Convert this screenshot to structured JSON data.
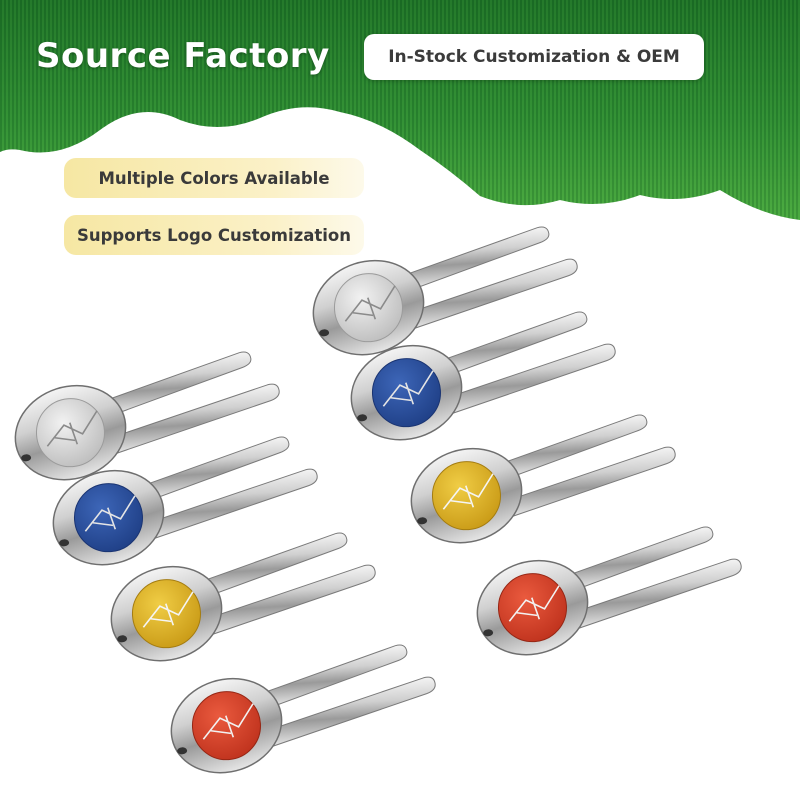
{
  "headline": "Source Factory",
  "top_badge": "In-Stock Customization & OEM",
  "features": [
    "Multiple Colors Available",
    "Supports Logo Customization"
  ],
  "colors": {
    "grass_dark": "#1f7a2a",
    "grass_light": "#3fa13a",
    "tag_fill": "#f6e7a3",
    "silver": "#dcdcdc",
    "blue": "#2a4f9e",
    "yellow": "#e2b92c",
    "red": "#d9432b"
  },
  "tools": [
    {
      "color": "silver",
      "icon": "golfer-logo-icon"
    },
    {
      "color": "blue",
      "icon": "golfer-logo-icon"
    },
    {
      "color": "yellow",
      "icon": "golfer-logo-icon"
    },
    {
      "color": "red",
      "icon": "golfer-logo-icon"
    },
    {
      "color": "silver",
      "icon": "golfer-logo-icon"
    },
    {
      "color": "blue",
      "icon": "golfer-logo-icon"
    },
    {
      "color": "yellow",
      "icon": "golfer-logo-icon"
    },
    {
      "color": "red",
      "icon": "golfer-logo-icon"
    }
  ]
}
